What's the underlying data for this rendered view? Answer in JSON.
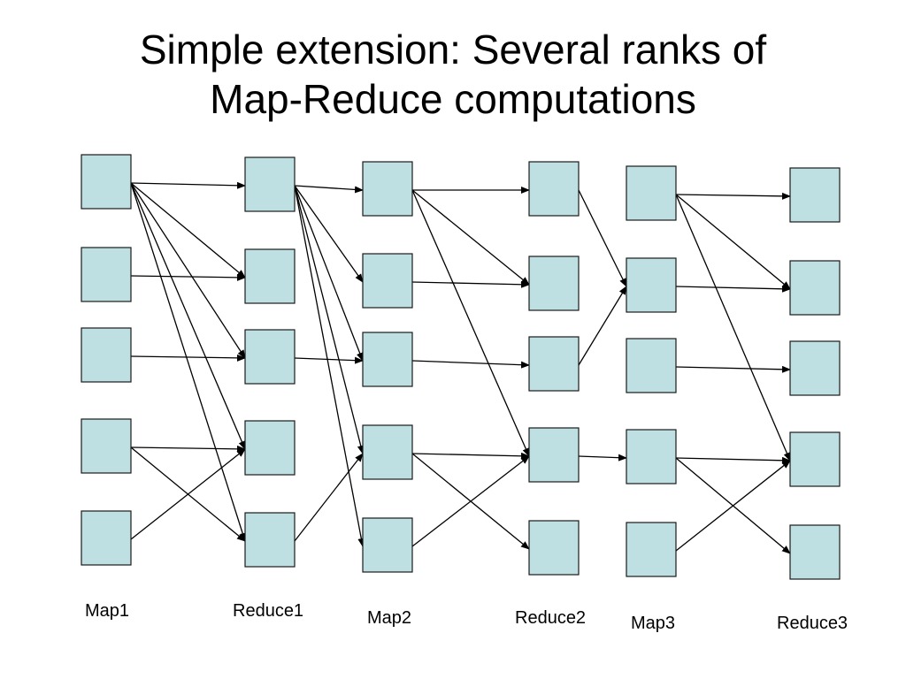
{
  "slide": {
    "title_line1": "Simple extension: Several ranks of",
    "title_line2": "Map-Reduce computations"
  },
  "colors": {
    "box_fill": "#bfe0e3",
    "box_stroke": "#1a1a1a",
    "arrow": "#000000",
    "background": "#ffffff"
  },
  "diagram": {
    "stages": [
      {
        "id": "map1",
        "label": "Map1",
        "boxes": 5
      },
      {
        "id": "reduce1",
        "label": "Reduce1",
        "boxes": 5
      },
      {
        "id": "map2",
        "label": "Map2",
        "boxes": 5
      },
      {
        "id": "reduce2",
        "label": "Reduce2",
        "boxes": 5
      },
      {
        "id": "map3",
        "label": "Map3",
        "boxes": 5
      },
      {
        "id": "reduce3",
        "label": "Reduce3",
        "boxes": 5
      }
    ],
    "edges": [
      [
        "map1.0",
        "reduce1.0"
      ],
      [
        "map1.0",
        "reduce1.1"
      ],
      [
        "map1.0",
        "reduce1.2"
      ],
      [
        "map1.0",
        "reduce1.3"
      ],
      [
        "map1.0",
        "reduce1.4"
      ],
      [
        "map1.1",
        "reduce1.1"
      ],
      [
        "map1.2",
        "reduce1.2"
      ],
      [
        "map1.3",
        "reduce1.3"
      ],
      [
        "map1.3",
        "reduce1.4"
      ],
      [
        "map1.4",
        "reduce1.3"
      ],
      [
        "reduce1.0",
        "map2.0"
      ],
      [
        "reduce1.0",
        "map2.1"
      ],
      [
        "reduce1.0",
        "map2.2"
      ],
      [
        "reduce1.0",
        "map2.3"
      ],
      [
        "reduce1.0",
        "map2.4"
      ],
      [
        "reduce1.2",
        "map2.2"
      ],
      [
        "reduce1.4",
        "map2.3"
      ],
      [
        "map2.0",
        "reduce2.0"
      ],
      [
        "map2.0",
        "reduce2.1"
      ],
      [
        "map2.0",
        "reduce2.3"
      ],
      [
        "map2.1",
        "reduce2.1"
      ],
      [
        "map2.2",
        "reduce2.2"
      ],
      [
        "map2.3",
        "reduce2.3"
      ],
      [
        "map2.3",
        "reduce2.4"
      ],
      [
        "map2.4",
        "reduce2.3"
      ],
      [
        "reduce2.0",
        "map3.1"
      ],
      [
        "reduce2.2",
        "map3.1"
      ],
      [
        "reduce2.3",
        "map3.3"
      ],
      [
        "map3.0",
        "reduce3.0"
      ],
      [
        "map3.0",
        "reduce3.1"
      ],
      [
        "map3.0",
        "reduce3.3"
      ],
      [
        "map3.1",
        "reduce3.1"
      ],
      [
        "map3.2",
        "reduce3.2"
      ],
      [
        "map3.3",
        "reduce3.3"
      ],
      [
        "map3.3",
        "reduce3.4"
      ],
      [
        "map3.4",
        "reduce3.3"
      ]
    ]
  }
}
